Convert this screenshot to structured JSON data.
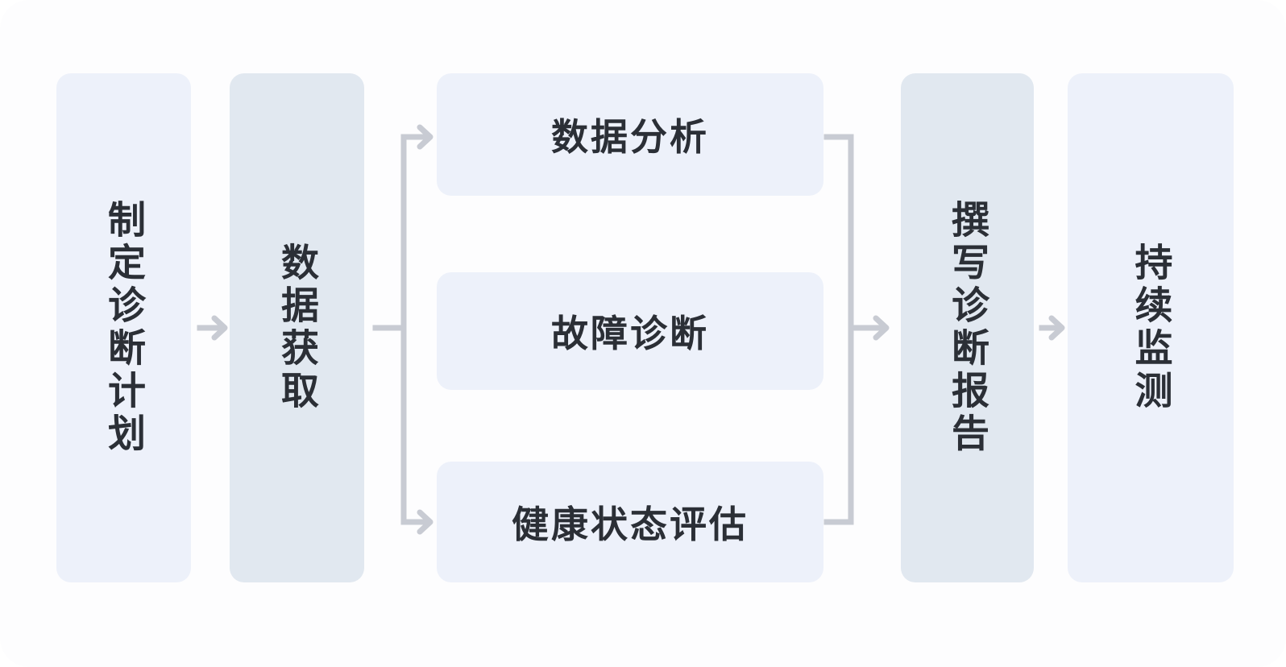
{
  "diagram": {
    "type": "flowchart",
    "orientation": "left-to-right",
    "background_color": "#FDFDFE",
    "connector_color": "#C8CBD3",
    "text_color": "#2B2F36",
    "node_fill_light": "#EDF1FA",
    "node_fill_medium": "#E1E8F0",
    "nodes": [
      {
        "id": "plan",
        "label": "制定诊断计划",
        "orientation": "vertical",
        "shade": "light"
      },
      {
        "id": "acquire",
        "label": "数据获取",
        "orientation": "vertical",
        "shade": "medium"
      },
      {
        "id": "analysis",
        "label": "数据分析",
        "orientation": "horizontal",
        "shade": "light"
      },
      {
        "id": "fault",
        "label": "故障诊断",
        "orientation": "horizontal",
        "shade": "light"
      },
      {
        "id": "health",
        "label": "健康状态评估",
        "orientation": "horizontal",
        "shade": "light"
      },
      {
        "id": "report",
        "label": "撰写诊断报告",
        "orientation": "vertical",
        "shade": "medium"
      },
      {
        "id": "monitor",
        "label": "持续监测",
        "orientation": "vertical",
        "shade": "light"
      }
    ],
    "edges": [
      {
        "from": "plan",
        "to": "acquire",
        "style": "straight-arrow"
      },
      {
        "from": "acquire",
        "to": "analysis",
        "style": "elbow-arrow-up"
      },
      {
        "from": "acquire",
        "to": "fault",
        "style": "straight-branch"
      },
      {
        "from": "acquire",
        "to": "health",
        "style": "elbow-arrow-down"
      },
      {
        "from": "analysis",
        "to": "report",
        "style": "elbow-merge-down"
      },
      {
        "from": "fault",
        "to": "report",
        "style": "straight-merge-arrow"
      },
      {
        "from": "health",
        "to": "report",
        "style": "elbow-merge-up"
      },
      {
        "from": "report",
        "to": "monitor",
        "style": "straight-arrow"
      }
    ]
  }
}
